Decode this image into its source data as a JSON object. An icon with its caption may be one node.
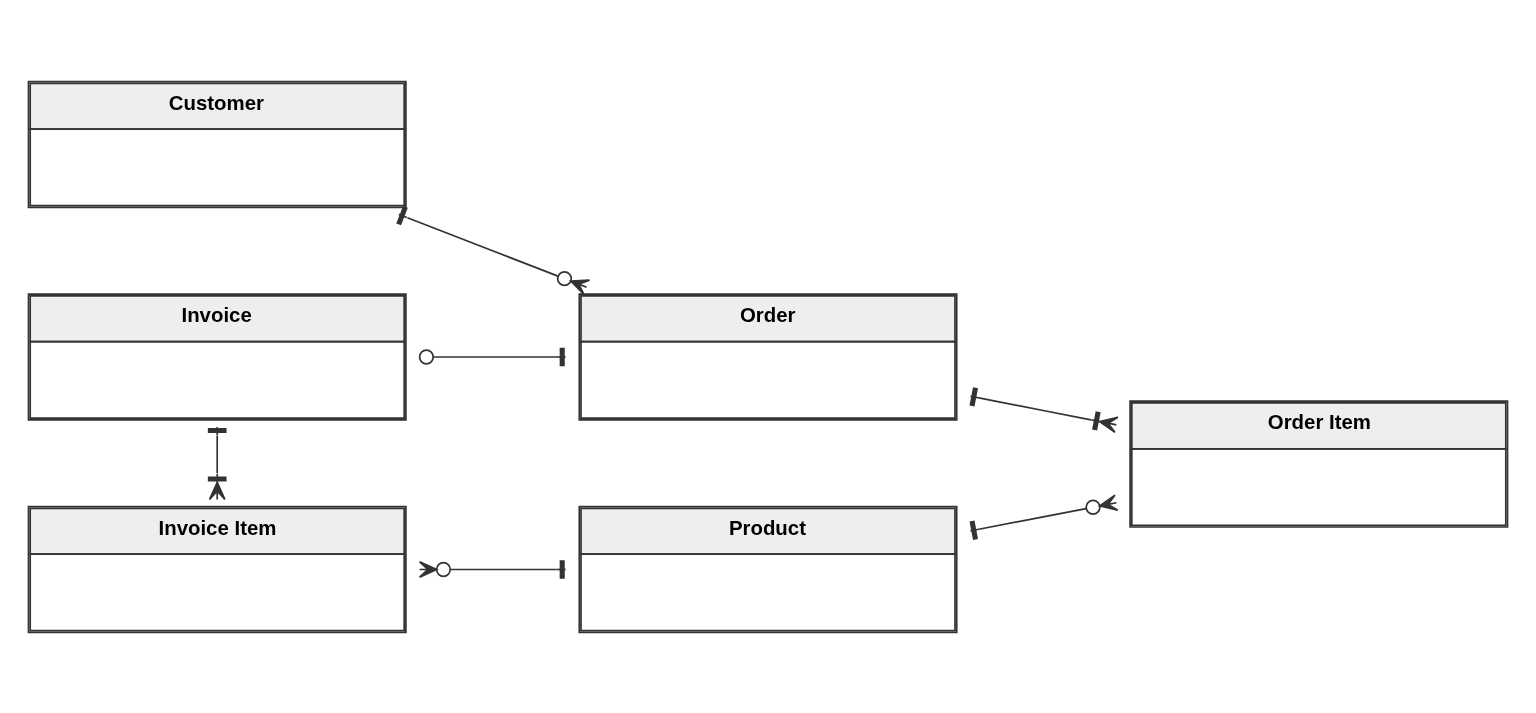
{
  "diagram": {
    "nodes": [
      {
        "text": [
          "Customer"
        ]
      },
      {
        "text": [
          "Order Item"
        ]
      },
      {
        "text": [
          "Order"
        ]
      },
      {
        "text": [
          "Invoice"
        ]
      },
      {
        "text": [
          "Invoice Item"
        ]
      },
      {
        "text": [
          "Product"
        ]
      }
    ],
    "edges": [
      {
        "from": 0,
        "to": 2,
        "arrow": "other"
      },
      {
        "from": 2,
        "to": 1,
        "arrow": "other"
      },
      {
        "from": 2,
        "to": 3,
        "arrow": "other"
      },
      {
        "from": 3,
        "to": 4,
        "arrow": "other"
      },
      {
        "from": 5,
        "to": 4,
        "arrow": "other"
      },
      {
        "from": 5,
        "to": 1,
        "arrow": "other"
      }
    ]
  }
}
